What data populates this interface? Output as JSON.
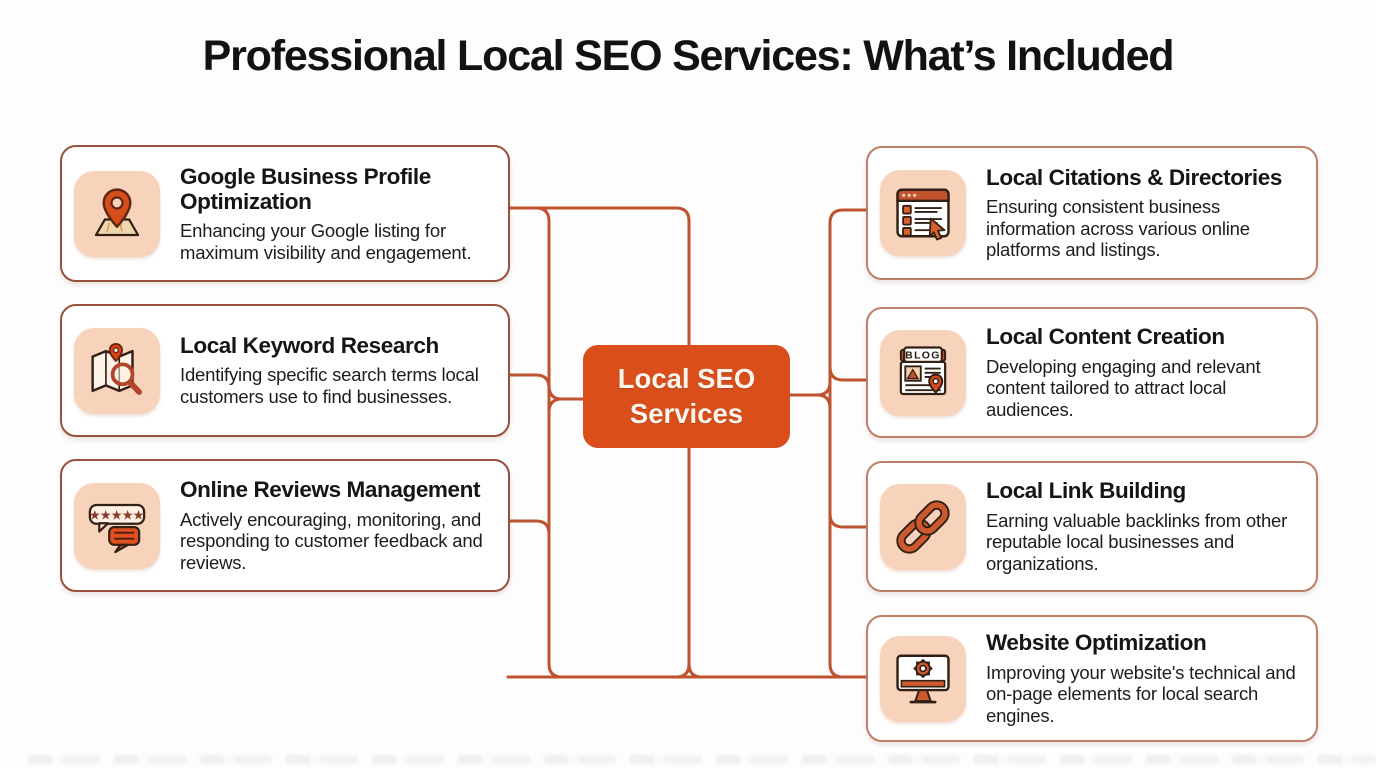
{
  "title": "Professional Local SEO Services: What’s Included",
  "center": {
    "label": "Local SEO Services"
  },
  "left_cards": [
    {
      "title": "Google Business Profile Optimization",
      "description": "Enhancing your Google listing for maximum visibility and engagement.",
      "icon": "map-pin"
    },
    {
      "title": "Local Keyword Research",
      "description": "Identifying specific search terms local customers use to find businesses.",
      "icon": "map-magnifier"
    },
    {
      "title": "Online Reviews Management",
      "description": "Actively encouraging, monitoring, and responding to customer feedback and reviews.",
      "icon": "review-bubbles",
      "icon_label": "★★★★★"
    }
  ],
  "right_cards": [
    {
      "title": "Local Citations & Directories",
      "description": "Ensuring consistent business information across various online platforms and listings.",
      "icon": "directory-list-cursor"
    },
    {
      "title": "Local Content Creation",
      "description": "Developing engaging and relevant content tailored to attract local audiences.",
      "icon": "blog-article",
      "icon_label": "BLOG"
    },
    {
      "title": "Local Link Building",
      "description": "Earning valuable backlinks from other reputable local businesses and organizations.",
      "icon": "chain-link"
    },
    {
      "title": "Website Optimization",
      "description": "Improving your website's technical and on-page elements for local search engines.",
      "icon": "monitor-gear"
    }
  ],
  "colors": {
    "accent": "#d94e1a",
    "connector": "#bf5330",
    "card_border_left": "#98513a",
    "card_border_right": "#bd7f66",
    "icon_tile_bg": "#f7d3bb",
    "title_text": "#121212"
  }
}
